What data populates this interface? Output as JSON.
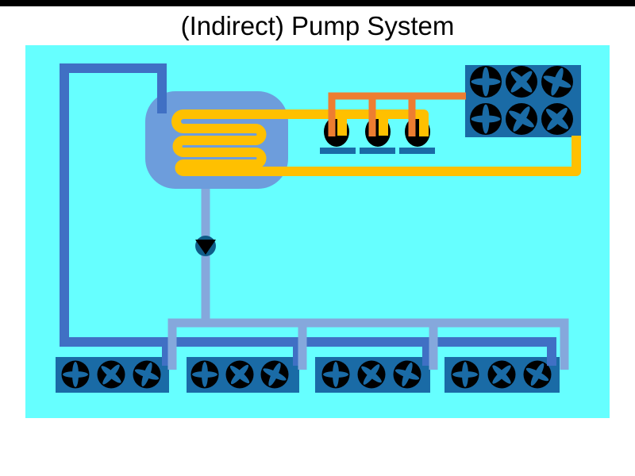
{
  "title": "(Indirect) Pump System",
  "palette": {
    "top_bar": "#000000",
    "panel": "#66FFFF",
    "tank": "#6D9DDC",
    "coil": "#FFC000",
    "hot_pipe": "#ED7D31",
    "supply_pipe": "#85A8DC",
    "return_pipe": "#4070C4",
    "unit_box": "#1A6BA6",
    "fan_blade": "#1A6BA6",
    "fan_circle": "#000000",
    "pump_body": "#000000",
    "pump_base": "#1A6BA6",
    "small_pump": "#0E5C88",
    "title_color": "#000000",
    "page_bg": "#FFFFFF"
  },
  "diagram": {
    "tank": {
      "name": "heat-exchanger-tank",
      "coil_passes": 6
    },
    "refrigerant_pumps": {
      "count": 3
    },
    "circulation_pump": {
      "count": 1
    },
    "condenser": {
      "fan_rows": 2,
      "fan_cols": 3,
      "fan_count": 6
    },
    "evaporators": [
      {
        "id": 1,
        "fan_count": 3
      },
      {
        "id": 2,
        "fan_count": 3
      },
      {
        "id": 3,
        "fan_count": 3
      },
      {
        "id": 4,
        "fan_count": 3
      }
    ]
  }
}
